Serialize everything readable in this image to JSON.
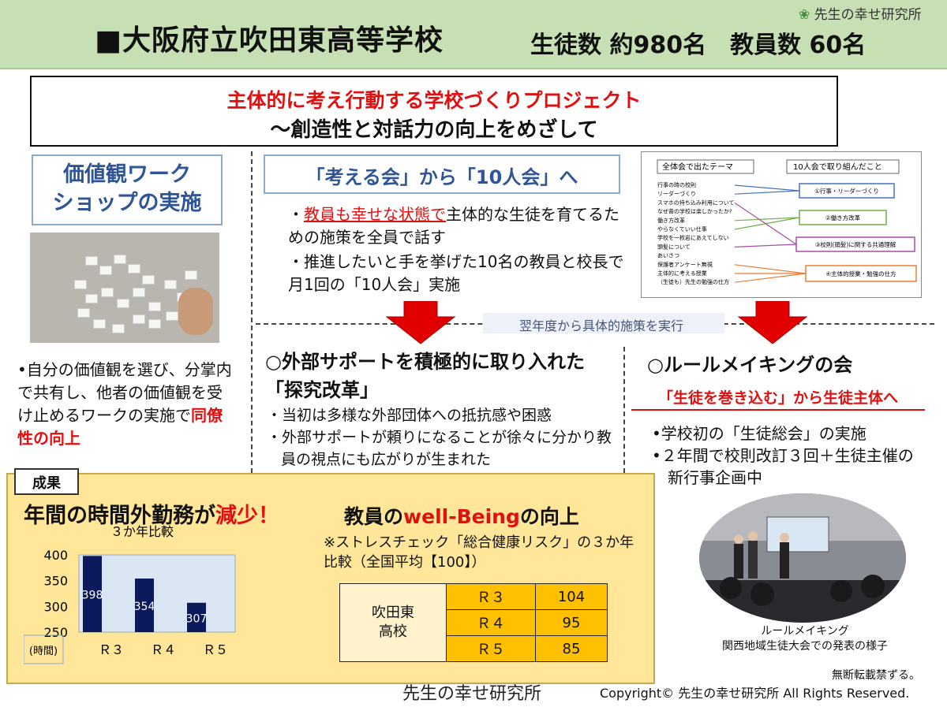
{
  "header": {
    "school_name": "■大阪府立吹田東高等学校",
    "counts": "生徒数 約980名　教員数 60名",
    "logo": "先生の幸せ研究所"
  },
  "project": {
    "title": "主体的に考え行動する学校づくりプロジェクト",
    "subtitle": "〜創造性と対話力の向上をめざして"
  },
  "workshop": {
    "title": "価値観ワーク\nショップの実施",
    "desc_prefix": "•自分の価値観を選び、分掌内で共有し、他者の価値観を受け止めるワークの実施で",
    "desc_highlight": "同僚性の向上"
  },
  "meeting": {
    "title": "「考える会」から「10人会」へ",
    "bullet1_prefix": "・",
    "bullet1_highlight": "教員も幸せな状態で",
    "bullet1_rest": "主体的な生徒を育てるための施策を全員で話す",
    "bullet2": "・推進したいと手を挙げた10名の教員と校長で月1回の「10人会」実施"
  },
  "diagram": {
    "left_header": "全体会で出たテーマ",
    "right_header": "10人会で取り組んだこと",
    "themes": [
      "行事の時の校則",
      "リーダーづくり",
      "スマホの持ち込み利用について",
      "なぜ昔の学校は楽しかったか?",
      "働き方改革",
      "やらなくていい仕事",
      "学校を一枚岩にあえてしない",
      "頭髪について",
      "あいさつ",
      "保護者アンケート無視",
      "主体的に考える授業",
      "（生徒も）先生の勉強の仕方"
    ],
    "actions": [
      "①行事・リーダーづくり",
      "②働き方改革",
      "③校則(頭髪)に関する共通理解",
      "④主体的授業・勉強の仕方"
    ],
    "action_colors": [
      "#4472c4",
      "#70ad47",
      "#a64ca6",
      "#ed7d31"
    ]
  },
  "banner": "翌年度から具体的施策を実行",
  "external": {
    "title": "○外部サポートを積極的に取り入れた「探究改革」",
    "b1": "・当初は多様な外部団体への抵抗感や困惑",
    "b2": "・外部サポートが頼りになることが徐々に分かり教員の視点にも広がりが生まれた"
  },
  "rules": {
    "title": "○ルールメイキングの会",
    "sub": "「生徒を巻き込む」から生徒主体へ",
    "b1": "•学校初の「生徒総会」の実施",
    "b2": "•２年間で校則改訂３回＋生徒主催の新行事企画中",
    "caption1": "ルールメイキング",
    "caption2": "関西地域生徒大会での発表の様子"
  },
  "results": {
    "label": "成果",
    "ot_prefix": "年間の時間外勤務が",
    "ot_highlight": "減少！",
    "wb_prefix": "教員の",
    "wb_highlight": "well-Being",
    "wb_suffix": "の向上",
    "wb_note": "※ストレスチェック「総合健康リスク」の３か年比較（全国平均【100】）"
  },
  "chart_data": {
    "type": "bar",
    "title": "３か年比較",
    "categories": [
      "Ｒ３",
      "Ｒ４",
      "Ｒ５"
    ],
    "values": [
      398,
      354,
      307
    ],
    "ylim": [
      250,
      400
    ],
    "yticks": [
      "400",
      "350",
      "300",
      "250"
    ],
    "ylabel": "(時間)",
    "bar_color": "#0a1a5c"
  },
  "table": {
    "school": "吹田東\n高校",
    "rows": [
      {
        "year": "Ｒ３",
        "value": "104"
      },
      {
        "year": "Ｒ４",
        "value": "95"
      },
      {
        "year": "Ｒ５",
        "value": "85"
      }
    ]
  },
  "footer": {
    "note": "無断転載禁ずる。",
    "copyright": "Copyright© 先生の幸せ研究所 All Rights Reserved.",
    "logo": "先生の幸せ研究所"
  }
}
